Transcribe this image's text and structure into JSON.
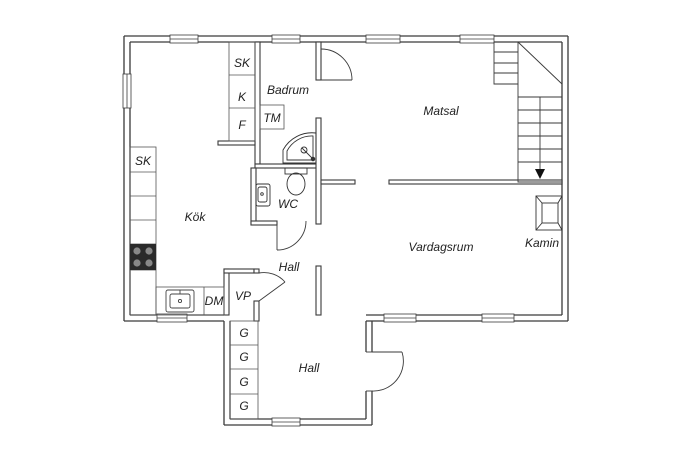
{
  "rooms": {
    "kok": "Kök",
    "badrum": "Badrum",
    "matsal": "Matsal",
    "wc": "WC",
    "vardagsrum": "Vardagsrum",
    "kamin": "Kamin",
    "hall_upper": "Hall",
    "hall_lower": "Hall"
  },
  "fixtures": {
    "sk_top": "SK",
    "k": "K",
    "f": "F",
    "sk_left": "SK",
    "tm": "TM",
    "dm": "DM",
    "vp": "VP",
    "g1": "G",
    "g2": "G",
    "g3": "G",
    "g4": "G"
  },
  "icons": [
    "stove-icon",
    "sink-icon",
    "shower-icon",
    "toilet-icon",
    "washbasin-icon",
    "fireplace-icon",
    "stair-arrow-icon"
  ]
}
